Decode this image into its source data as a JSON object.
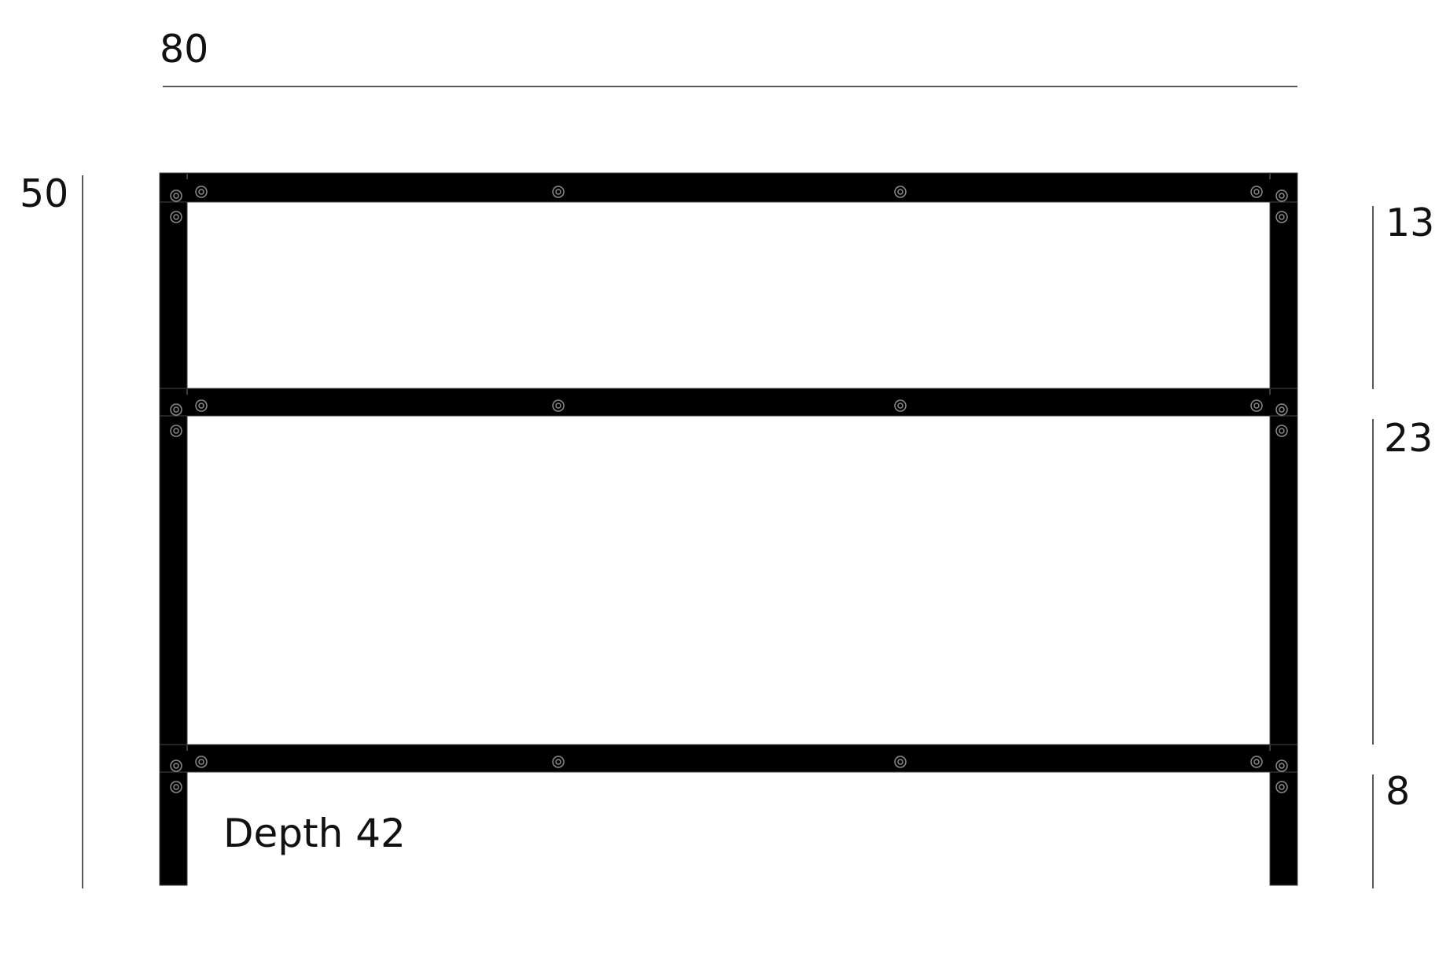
{
  "dimensions": {
    "width": "80",
    "height": "50",
    "top_section": "13",
    "middle_section": "23",
    "bottom_section": "8",
    "depth": "Depth 42"
  },
  "colors": {
    "frame": "#000000",
    "line": "#222222",
    "text": "#111111",
    "bolt": "#8a8a8a",
    "background": "#ffffff"
  }
}
